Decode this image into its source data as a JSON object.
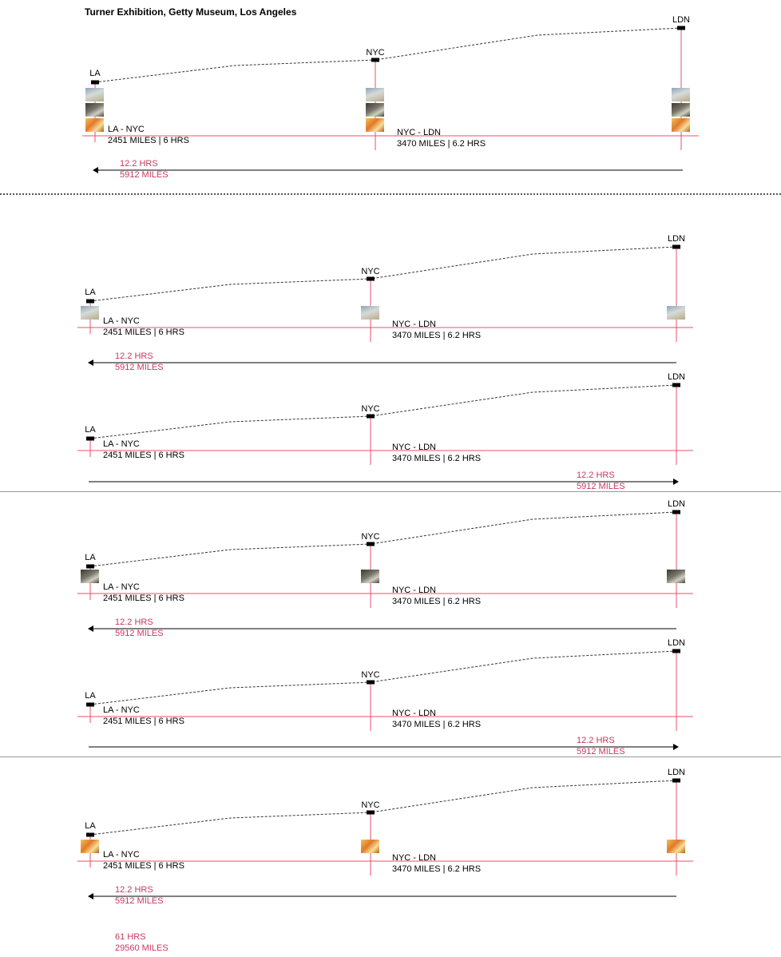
{
  "title": "Turner Exhibition, Getty Museum, Los Angeles",
  "cities": {
    "la": "LA",
    "nyc": "NYC",
    "ldn": "LDN"
  },
  "legs": {
    "la_nyc_route": "LA - NYC",
    "la_nyc_stats": "2451 MILES | 6 HRS",
    "nyc_ldn_route": "NYC - LDN",
    "nyc_ldn_stats": "3470 MILES | 6.2 HRS"
  },
  "trip": {
    "hours": "12.2 HRS",
    "miles": "5912 MILES"
  },
  "grand_total": {
    "hours": "61 HRS",
    "miles": "29560 MILES"
  },
  "panels": [
    {
      "arrow": "left",
      "thumbs": [
        "sky",
        "storm",
        "fire"
      ]
    },
    {
      "arrow": "left",
      "thumbs": [
        "sky"
      ]
    },
    {
      "arrow": "right",
      "thumbs": []
    },
    {
      "arrow": "left",
      "thumbs": [
        "storm"
      ]
    },
    {
      "arrow": "right",
      "thumbs": []
    },
    {
      "arrow": "left",
      "thumbs": [
        "fire"
      ]
    }
  ],
  "colors": {
    "baseline": "#e8506d",
    "total_text": "#c8385f",
    "route": "#333333",
    "marker": "#000000"
  }
}
